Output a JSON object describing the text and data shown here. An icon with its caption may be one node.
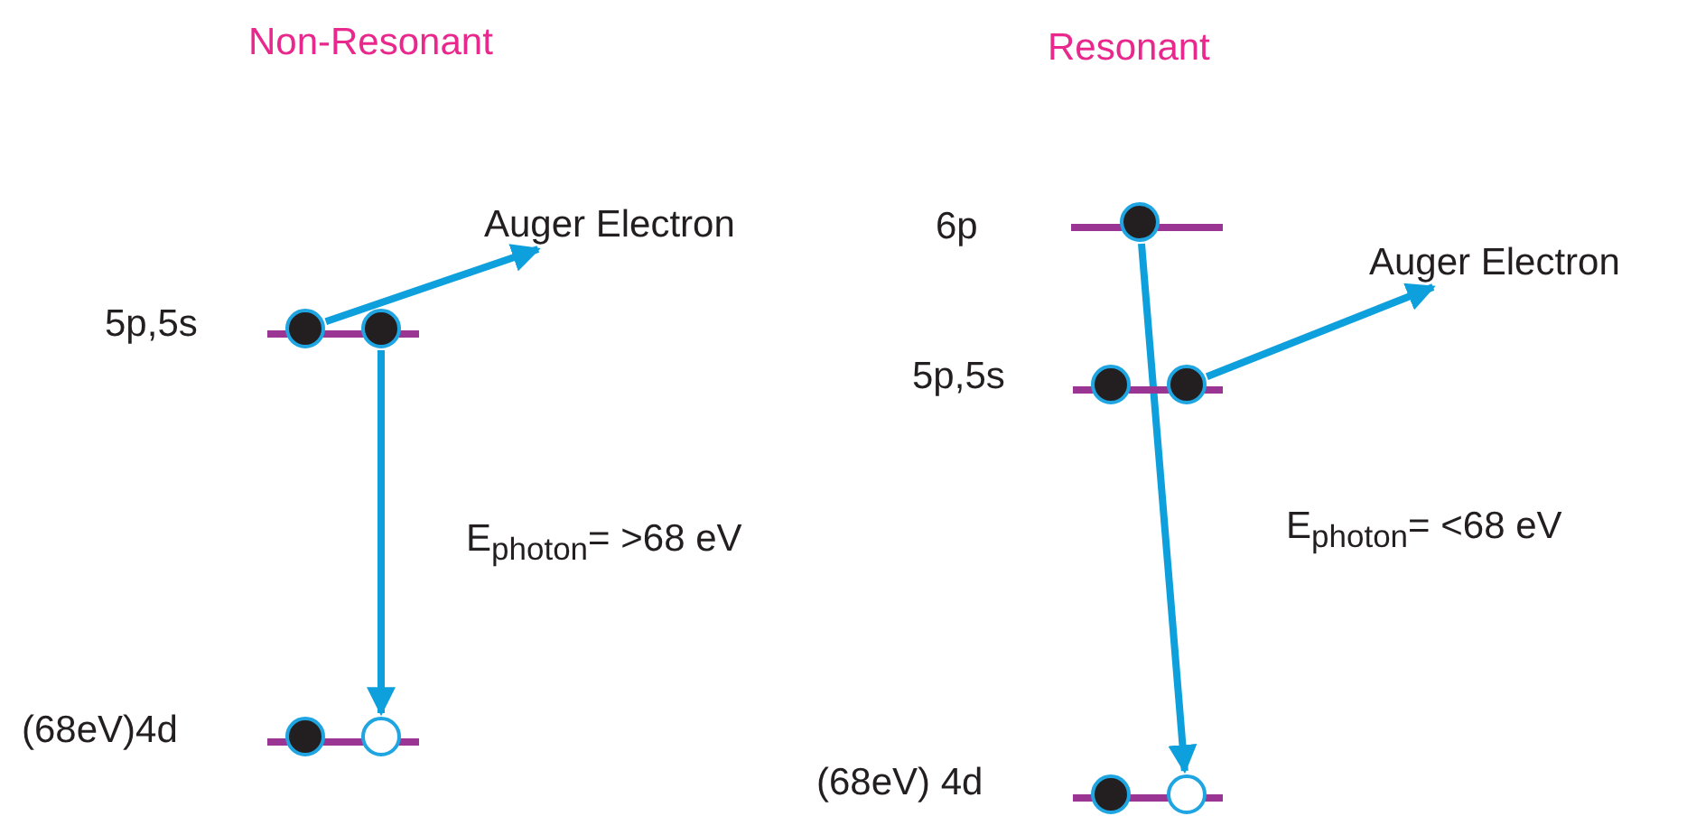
{
  "diagram": {
    "nodes": [
      {
        "text": [],
        "shape": "circle"
      },
      {
        "text": [],
        "shape": "circle"
      },
      {
        "text": [
          "Auger Electron"
        ]
      },
      {
        "text": [],
        "shape": "circle"
      },
      {
        "text": [],
        "shape": "circle"
      },
      {
        "text": [],
        "shape": "circle"
      },
      {
        "text": [],
        "shape": "circle"
      },
      {
        "text": [],
        "shape": "circle"
      },
      {
        "text": [
          "Auger Electron"
        ]
      },
      {
        "text": [],
        "shape": "circle"
      },
      {
        "text": [],
        "shape": "circle"
      }
    ],
    "edges": [
      {
        "from": 0,
        "to": 2,
        "arrow": "to"
      },
      {
        "from": 1,
        "to": 4,
        "arrow": "to"
      },
      {
        "from": 7,
        "to": 8,
        "arrow": "to"
      },
      {
        "from": 5,
        "to": 10,
        "arrow": "to"
      }
    ],
    "labels": [
      "Non-Resonant",
      "Resonant",
      "6p",
      "5p,5s",
      "5p,5s",
      "E$_{photon}$= >68 eV",
      "E$_{photon}$= <68 eV",
      "(68eV)4d",
      "(68eV) 4d"
    ]
  }
}
